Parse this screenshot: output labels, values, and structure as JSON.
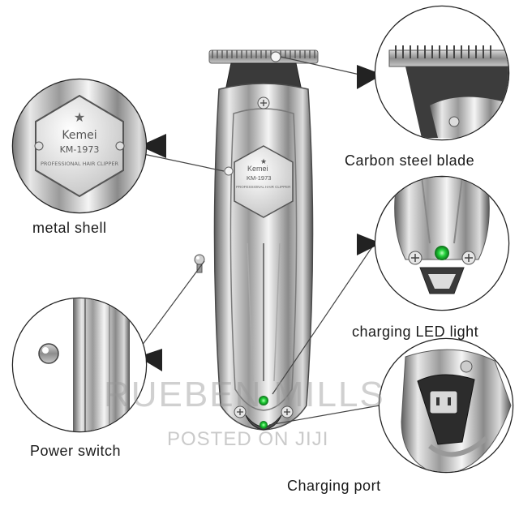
{
  "product": {
    "brand": "Kemei",
    "model": "KM-1973",
    "subtitle": "PROFESSIONAL HAIR CLIPPER"
  },
  "callouts": {
    "blade": "Carbon steel blade",
    "shell": "metal shell",
    "led": "charging LED light",
    "switch": "Power switch",
    "port": "Charging port"
  },
  "watermark": {
    "name": "RUEBEN MILLS",
    "posted": "POSTED ON JIJI"
  },
  "colors": {
    "led": "#22d13a",
    "chrome_light": "#f2f2f2",
    "chrome_dark": "#6a6a6a",
    "callout_pointer": "#444444"
  }
}
